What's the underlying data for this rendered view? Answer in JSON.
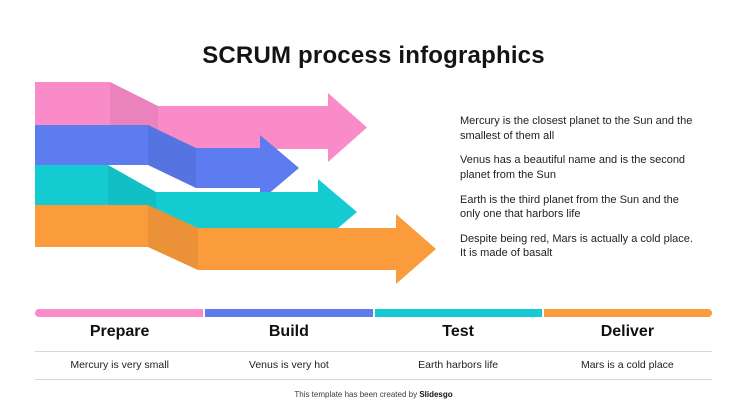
{
  "title": "SCRUM process infographics",
  "colors": {
    "pink": "#F98CC8",
    "blue": "#5C7CF0",
    "teal": "#14CBD2",
    "orange": "#FA9B3C"
  },
  "descriptions": [
    "Mercury is the closest planet to the Sun and the smallest of them all",
    "Venus has a beautiful name and is the second planet from the Sun",
    "Earth is the third planet from the Sun and the only one that harbors life",
    "Despite being red, Mars is actually a cold place. It is made of basalt"
  ],
  "stages": [
    {
      "label": "Prepare",
      "note": "Mercury is very small"
    },
    {
      "label": "Build",
      "note": "Venus is very hot"
    },
    {
      "label": "Test",
      "note": "Earth harbors life"
    },
    {
      "label": "Deliver",
      "note": "Mars is a cold place"
    }
  ],
  "footer": {
    "prefix": "This template has been created by ",
    "brand": "Slidesgo"
  }
}
